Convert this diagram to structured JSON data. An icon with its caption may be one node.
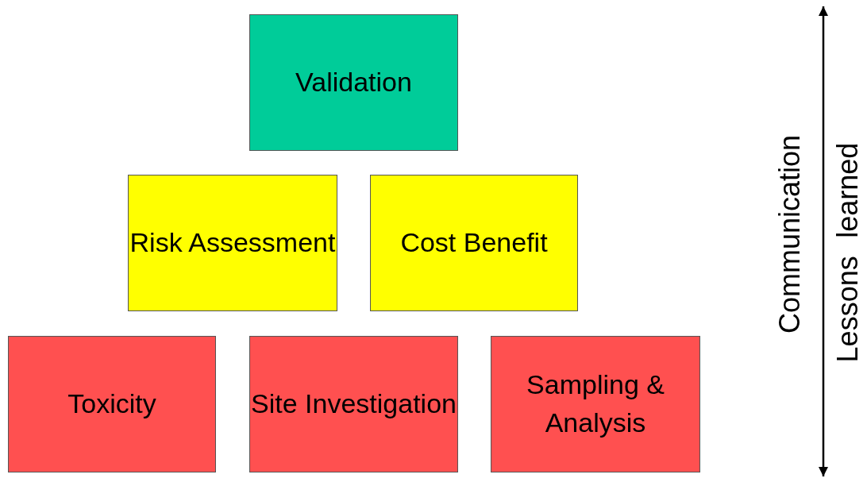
{
  "diagram": {
    "nodes": [
      {
        "text": [
          "Validation"
        ]
      },
      {
        "text": [
          "Risk Assessment"
        ]
      },
      {
        "text": [
          "Cost Benefit"
        ]
      },
      {
        "text": [
          "Toxicity"
        ]
      },
      {
        "text": [
          "Site Investigation"
        ]
      },
      {
        "text": [
          "Sampling & Analysis"
        ]
      }
    ],
    "labels": [
      "Communication",
      "Lessons learned"
    ]
  }
}
